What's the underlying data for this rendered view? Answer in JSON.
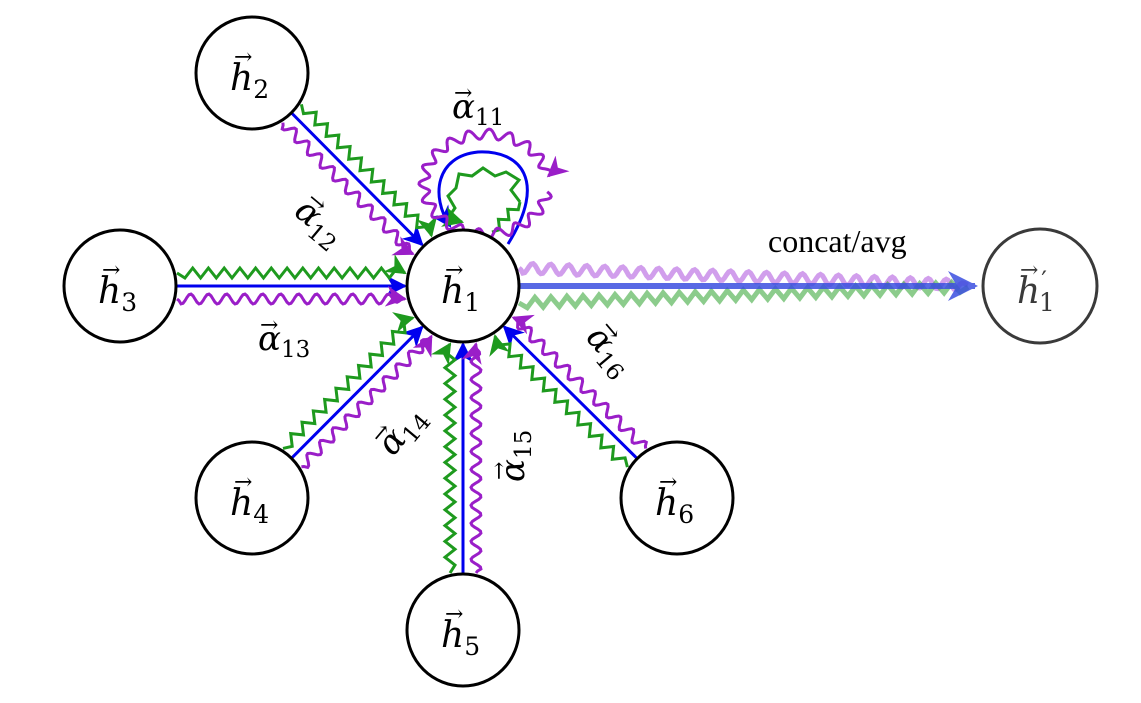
{
  "nodes": {
    "h1": {
      "symbol": "h",
      "sub": "1"
    },
    "h2": {
      "symbol": "h",
      "sub": "2"
    },
    "h3": {
      "symbol": "h",
      "sub": "3"
    },
    "h4": {
      "symbol": "h",
      "sub": "4"
    },
    "h5": {
      "symbol": "h",
      "sub": "5"
    },
    "h6": {
      "symbol": "h",
      "sub": "6"
    },
    "h1_out": {
      "symbol": "h",
      "prime": "′",
      "sub": "1"
    }
  },
  "vector_arrow": "→",
  "attention": {
    "a11": {
      "symbol": "α",
      "sub": "11"
    },
    "a12": {
      "symbol": "α",
      "sub": "12"
    },
    "a13": {
      "symbol": "α",
      "sub": "13"
    },
    "a14": {
      "symbol": "α",
      "sub": "14"
    },
    "a15": {
      "symbol": "α",
      "sub": "15"
    },
    "a16": {
      "symbol": "α",
      "sub": "16"
    }
  },
  "aggregation_label": "concat/avg",
  "colors": {
    "head_1": "#0000ee",
    "head_2": "#1e9a1e",
    "head_3": "#9a1ec8"
  }
}
